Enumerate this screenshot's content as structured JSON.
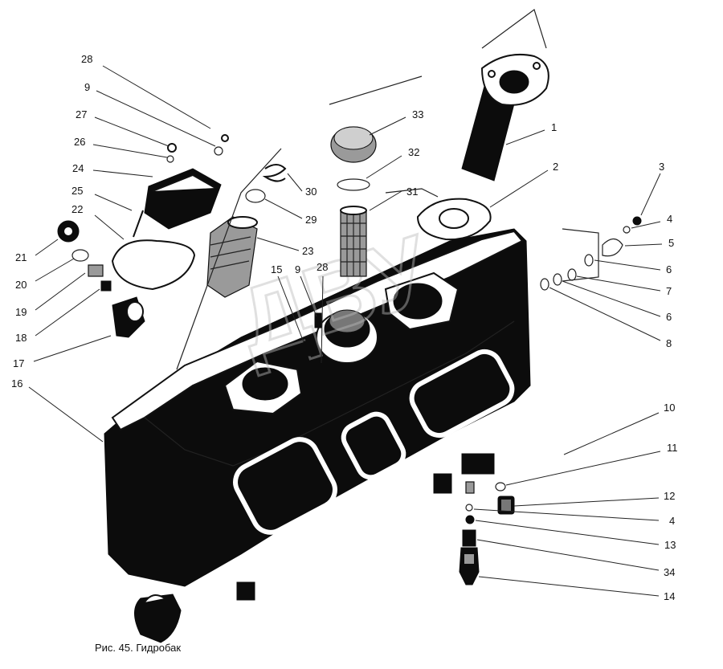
{
  "caption": "Рис. 45. Гидробак",
  "watermark": "ДВУ",
  "callouts": [
    "28",
    "9",
    "27",
    "26",
    "24",
    "25",
    "22",
    "21",
    "20",
    "19",
    "18",
    "17",
    "16",
    "33",
    "32",
    "30",
    "31",
    "29",
    "23",
    "15",
    "9",
    "28",
    "1",
    "2",
    "3",
    "4",
    "5",
    "6",
    "7",
    "6",
    "8",
    "10",
    "11",
    "12",
    "4",
    "13",
    "34",
    "14"
  ]
}
